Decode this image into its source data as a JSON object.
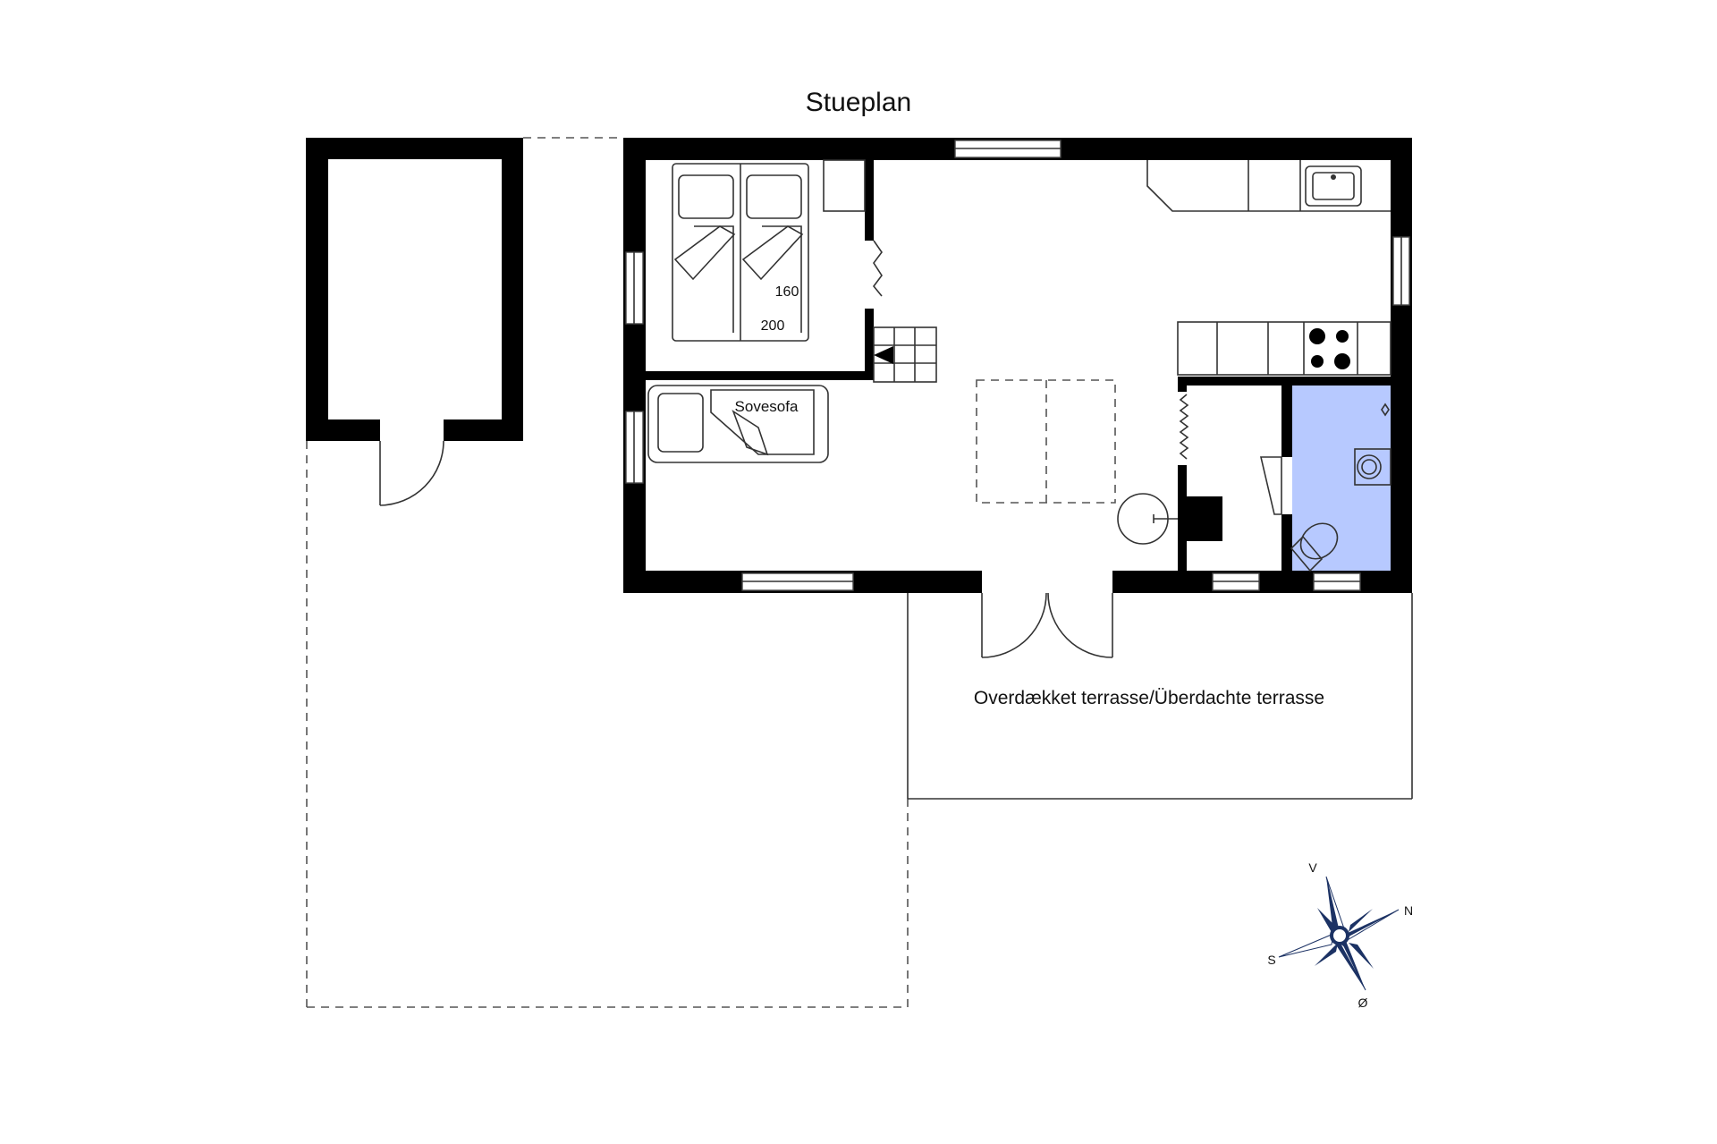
{
  "title": "Stueplan",
  "rooms": {
    "bed_width": "160",
    "bed_length": "200",
    "sofa": "Sovesofa",
    "terrace": "Overdækket terrasse/Überdachte terrasse"
  },
  "compass": {
    "north": "N",
    "south": "S",
    "east": "Ø",
    "west": "V"
  },
  "colors": {
    "wall": "#000000",
    "bathroom": "#b7c9ff",
    "compass": "#1c3264"
  }
}
